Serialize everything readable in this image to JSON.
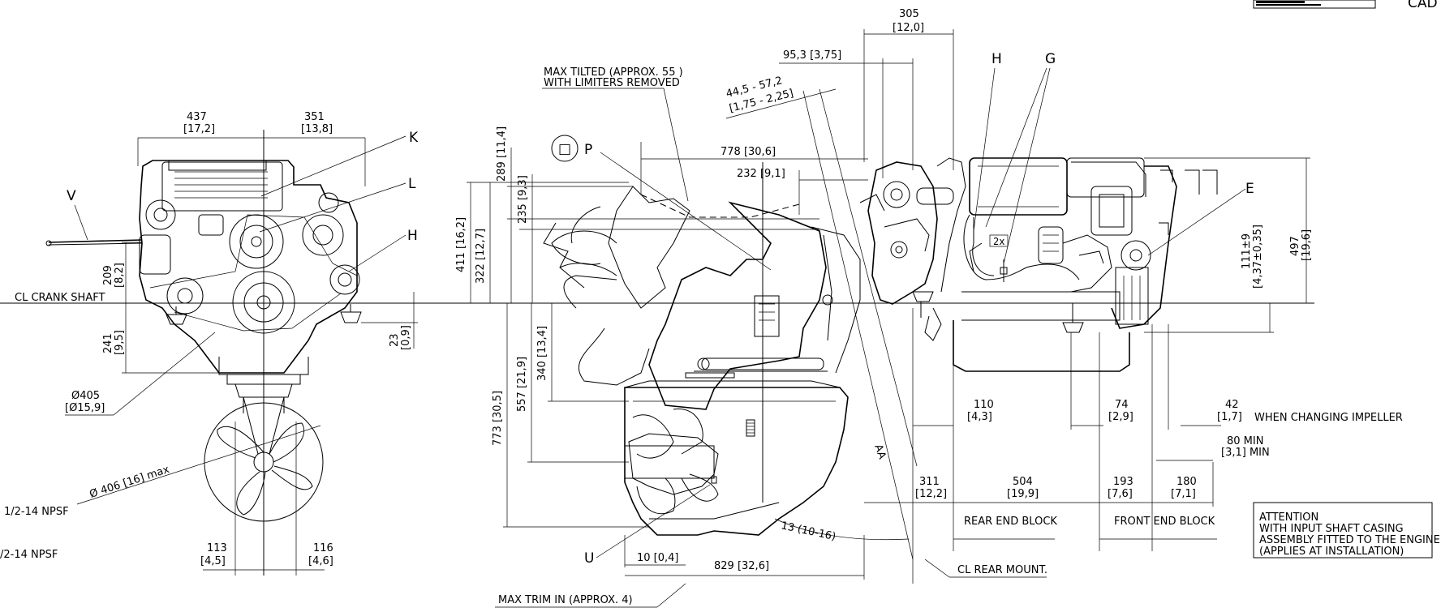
{
  "title_block": {
    "mark": "CAD"
  },
  "labels": {
    "cl_crank_shaft": "CL  CRANK SHAFT",
    "cl_rear_mount": "CL REAR MOUNT.",
    "max_tilted_1": "MAX TILTED (APPROX. 55 )",
    "max_tilted_2": "WITH LIMITERS REMOVED",
    "max_trim_in": "MAX TRIM IN (APPROX. 4)",
    "when_changing_impeller": "WHEN CHANGING IMPELLER",
    "rear_end_block": "REAR END BLOCK",
    "front_end_block": "FRONT END BLOCK",
    "npsf_1": "1/2-14 NPSF",
    "npsf_2": "/2-14 NPSF",
    "two_x": "2x",
    "aa": "AA",
    "tilt_angle": "13 (10-16)"
  },
  "callouts": {
    "K": "K",
    "L": "L",
    "H_left": "H",
    "V": "V",
    "P": "P",
    "P_box": "□",
    "H_right": "H",
    "G": "G",
    "E": "E",
    "U": "U"
  },
  "dims": {
    "d437": "437",
    "d437b": "[17,2]",
    "d351": "351",
    "d351b": "[13,8]",
    "d209": "209",
    "d209b": "[8,2]",
    "d241": "241",
    "d241b": "[9,5]",
    "d23": "23",
    "d23b": "[0,9]",
    "d405": "Ø405",
    "d405b": "[Ø15,9]",
    "d406": "Ø 406 [16]  max",
    "d113": "113",
    "d113b": "[4,5]",
    "d116": "116",
    "d116b": "[4,6]",
    "d305": "305",
    "d305b": "[12,0]",
    "d95": "95,3 [3,75]",
    "d44a": "44,5 - 57,2",
    "d44b": "[1,75 - 2,25]",
    "d778": "778 [30,6]",
    "d232": "232 [9,1]",
    "d289": "289 [11,4]",
    "d235": "235 [9,3]",
    "d411": "411 [16,2]",
    "d322": "322 [12,7]",
    "d340": "340 [13,4]",
    "d557": "557 [21,9]",
    "d773": "773 [30,5]",
    "d110": "110",
    "d110b": "[4,3]",
    "d74": "74",
    "d74b": "[2,9]",
    "d42": "42",
    "d42b": "[1,7]",
    "d80": "80 MIN",
    "d80b": "[3,1]  MIN",
    "d311": "311",
    "d311b": "[12,2]",
    "d504": "504",
    "d504b": "[19,9]",
    "d193": "193",
    "d193b": "[7,6]",
    "d180": "180",
    "d180b": "[7,1]",
    "d111": "111±9",
    "d111b": "[4,37±0,35]",
    "d497": "497",
    "d497b": "[19,6]",
    "d10": "10 [0,4]",
    "d829": "829 [32,6]"
  },
  "attention": {
    "line1": "ATTENTION",
    "line2": "WITH INPUT SHAFT CASING",
    "line3": "ASSEMBLY FITTED TO THE ENGINE",
    "line4": "(APPLIES AT INSTALLATION)"
  }
}
